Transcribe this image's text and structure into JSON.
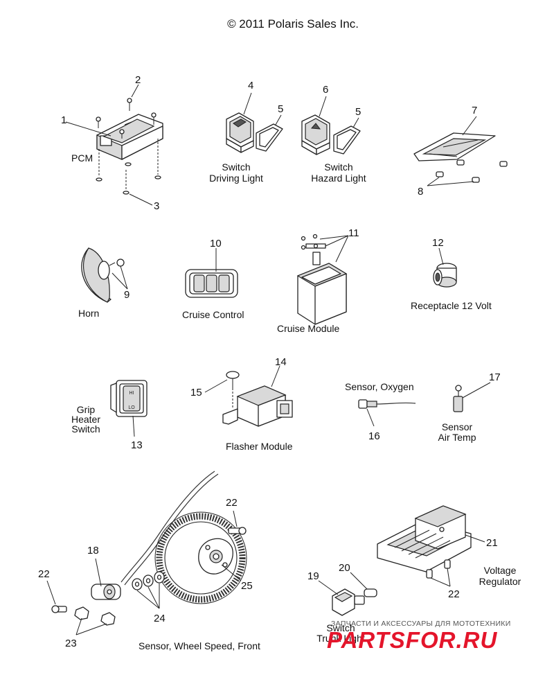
{
  "copyright": "© 2011 Polaris Sales Inc.",
  "labels": {
    "pcm": "PCM",
    "driving_light": [
      "Switch",
      "Driving Light"
    ],
    "hazard_light": [
      "Switch",
      "Hazard Light"
    ],
    "horn": "Horn",
    "cruise_control": "Cruise Control",
    "cruise_module": "Cruise Module",
    "receptacle": "Receptacle 12 Volt",
    "grip_heater": [
      "Grip",
      "Heater",
      "Switch"
    ],
    "flasher_module": "Flasher Module",
    "sensor_oxygen": "Sensor, Oxygen",
    "sensor_air_temp": [
      "Sensor",
      "Air Temp"
    ],
    "wheel_speed": "Sensor, Wheel Speed, Front",
    "trunk_light": [
      "Switch",
      "Trunk Light"
    ],
    "voltage_regulator": [
      "Voltage",
      "Regulator"
    ]
  },
  "callouts": {
    "n1": "1",
    "n2": "2",
    "n3": "3",
    "n4": "4",
    "n5a": "5",
    "n5b": "5",
    "n6": "6",
    "n7": "7",
    "n8": "8",
    "n9": "9",
    "n10": "10",
    "n11": "11",
    "n12": "12",
    "n13": "13",
    "n14": "14",
    "n15": "15",
    "n16": "16",
    "n17": "17",
    "n18": "18",
    "n19": "19",
    "n20": "20",
    "n21": "21",
    "n22a": "22",
    "n22b": "22",
    "n22c": "22",
    "n23": "23",
    "n24": "24",
    "n25": "25"
  },
  "switch_marks": {
    "hi": "HI",
    "lo": "LO"
  },
  "watermark": {
    "line1": "ЗАПЧАСТИ И АКСЕССУАРЫ ДЛЯ МОТОТЕХНИКИ",
    "line2": "PARTSFOR.RU"
  }
}
